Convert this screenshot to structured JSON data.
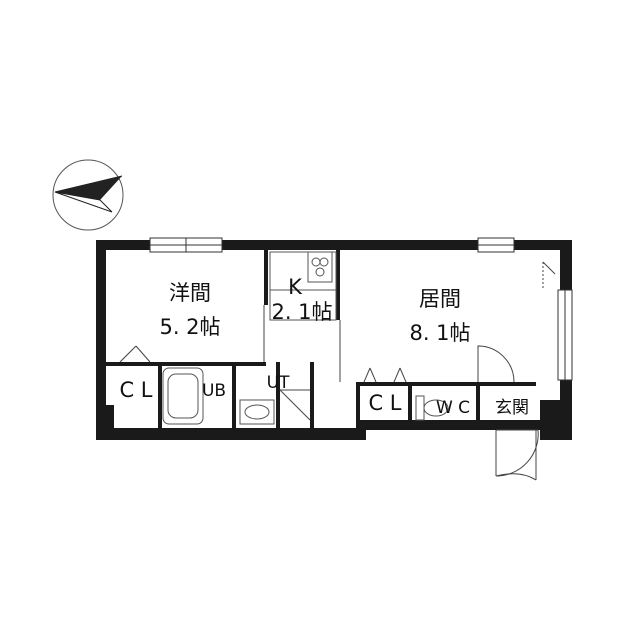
{
  "compass": {
    "icon": "north-arrow-icon"
  },
  "rooms": {
    "western_room": {
      "name": "洋間",
      "size": "5. 2帖"
    },
    "kitchen": {
      "name": "K",
      "size": "2. 1帖"
    },
    "living_room": {
      "name": "居間",
      "size": "8. 1帖"
    },
    "closet_left": {
      "name": "C L"
    },
    "unit_bath": {
      "name": "UB"
    },
    "utility": {
      "name": "UT"
    },
    "closet_right": {
      "name": "C L"
    },
    "toilet": {
      "name": "W C"
    },
    "entrance": {
      "name": "玄関"
    }
  },
  "colors": {
    "wall": "#1a1a1a",
    "line": "#444444",
    "fixture": "#666666"
  }
}
